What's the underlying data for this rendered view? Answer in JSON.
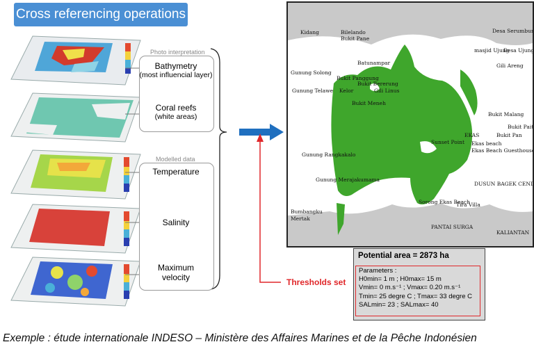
{
  "title": "Cross referencing operations",
  "photo_interpretation": {
    "heading": "Photo interpretation",
    "bathymetry": "Bathymetry",
    "bathymetry_sub": "(most influencial layer)",
    "coral_reefs": "Coral reefs",
    "coral_sub": "(white areas)"
  },
  "modelled_data": {
    "heading": "Modelled data",
    "temperature": "Temperature",
    "salinity": "Salinity",
    "velocity_1": "Maximum",
    "velocity_2": "velocity"
  },
  "map_places": [
    "Kidang",
    "Bilelando",
    "Bukit Pane",
    "Desa Serumbung",
    "masjid Ujung",
    "Desa Ujung",
    "Batunampar",
    "Gili Areng",
    "Gunung Solong",
    "Bukit Panggung",
    "Bukit Bererung",
    "Gunung Telawe",
    "Kelor",
    "Gili Linus",
    "Bukit Meneh",
    "Bukit Malang",
    "Bukit Pait",
    "Bukit Pan",
    "EKAS",
    "Sunset Point",
    "Ekas beach",
    "Ekas Beach Guesthouse",
    "Gunung Rangkakalo",
    "Gunung Merajakumama",
    "DUSUN BAGEK CENDOL",
    "Sorong Ekas Beach",
    "Tira Villa",
    "Bumbangku",
    "Mertak",
    "PANTAI SURGA",
    "KALIANTAN"
  ],
  "potential_area": "Potential area = 2873 ha",
  "parameters": {
    "label": "Parameters :",
    "line1": "H0min= 1 m ; H0max= 15 m",
    "line2": "Vmin= 0 m.s⁻¹ ; Vmax= 0.20 m.s⁻¹",
    "line3": "Tmin= 25 degre C ; Tmax= 33 degre C",
    "line4": "SALmin= 23 ; SALmax= 40"
  },
  "thresholds_label": "Thresholds set",
  "caption": "Exemple : étude internationale INDESO – Ministère des Affaires Marines et de la Pêche Indonésien",
  "colors": {
    "title_bg": "#4a8fd4",
    "arrow_blue": "#1f6fbf",
    "threshold_red": "#e0272a",
    "potential_green": "#3fa62c",
    "land_grey": "#c9c9c9"
  }
}
